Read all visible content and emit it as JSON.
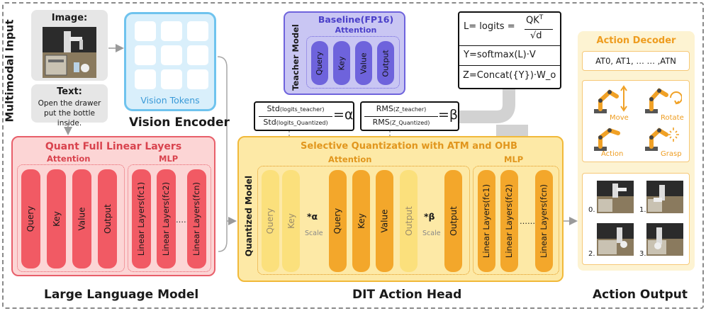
{
  "multimodal_input": {
    "title": "Multimodal Input",
    "image_label": "Image:",
    "text_label": "Text:",
    "text_body": "Open the drawer put the bottle inside."
  },
  "vision": {
    "tokens_label": "Vision Tokens",
    "encoder_label": "Vision Encoder"
  },
  "teacher": {
    "title": "Baseline(FP16)",
    "section": "Attention",
    "side_label": "Teacher Model",
    "bars": [
      "Query",
      "Key",
      "Value",
      "Output"
    ]
  },
  "equations": {
    "line1_lhs": "L= logits =",
    "line1_num": "QK",
    "line1_sup": "T",
    "line1_den": "√d",
    "line2": "Y=softmax(L)·V",
    "line3": "Z=Concat({Y})·W_o"
  },
  "alpha": {
    "num": "Std",
    "num_sub": "(logits_teacher)",
    "den": "Std",
    "den_sub": "(logits_Quantized)",
    "eq": "=α"
  },
  "beta": {
    "num": "RMS",
    "num_sub": "(Z_teacher)",
    "den": "RMS",
    "den_sub": "(Z_Quantized)",
    "eq": "=β"
  },
  "llm": {
    "title": "Quant Full Linear Layers",
    "attention_label": "Attention",
    "mlp_label": "MLP",
    "attention_bars": [
      "Query",
      "Key",
      "Value",
      "Output"
    ],
    "mlp_bars": [
      "Linear Layers(fc1)",
      "Linear Layers(fc2)",
      "Linear Layers(fcn)"
    ],
    "ellipsis": "……",
    "caption": "Large Language Model"
  },
  "dit": {
    "title": "Selective Quantization with ATM and OHB",
    "attention_label": "Attention",
    "mlp_label": "MLP",
    "side_label": "Quantized Model",
    "light_bars": [
      "Query",
      "Key"
    ],
    "alpha_op": "*α",
    "scale_label": "Scale",
    "bars": [
      "Query",
      "Key",
      "Value"
    ],
    "output_light": "Output",
    "beta_op": "*β",
    "output": "Output",
    "mlp_bars": [
      "Linear Layers(fc1)",
      "Linear Layers(fc2)",
      "Linear Layers(fcn)"
    ],
    "ellipsis": "……",
    "caption": "DIT Action Head"
  },
  "action_decoder": {
    "title": "Action Decoder",
    "tokens": "AT0, AT1, … … ,ATN",
    "actions": [
      "Move",
      "Rotate",
      "Action",
      "Grasp"
    ],
    "frames": [
      "0.",
      "1.",
      "2.",
      "3."
    ],
    "caption": "Action Output"
  },
  "colors": {
    "llm_fill": "#fcd5d5",
    "llm_border": "#e85f6a",
    "llm_bar": "#f15a64",
    "dit_fill": "#fde9a6",
    "dit_border": "#f1b93a",
    "dit_bar": "#f3a72b",
    "dit_bar_light": "#fbe07c",
    "teacher_fill": "#c9c6f3",
    "teacher_bar": "#6e63dc",
    "vision_border": "#6fc3ee",
    "decoder_fill": "#fdf3d2"
  }
}
